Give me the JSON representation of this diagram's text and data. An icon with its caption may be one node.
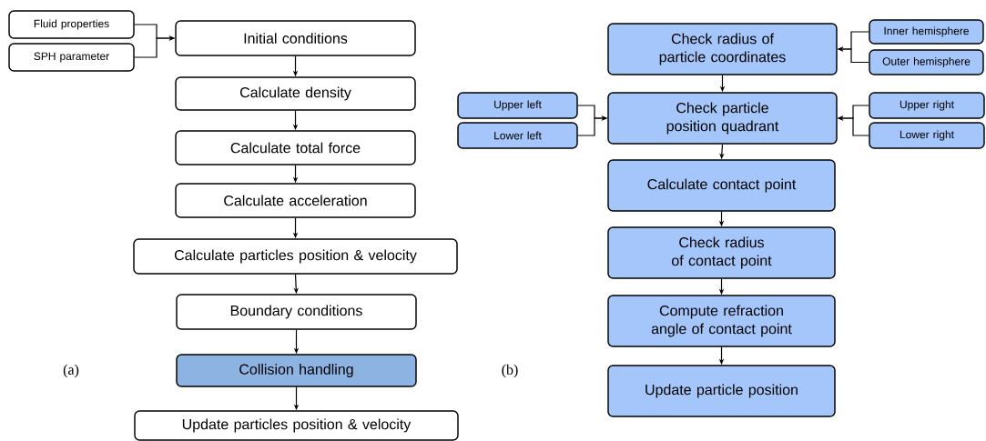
{
  "diagram": {
    "nodes": [
      {
        "text": [
          "Fluid properties"
        ]
      },
      {
        "text": [
          "SPH parameter"
        ]
      },
      {
        "text": [
          "Initial conditions"
        ]
      },
      {
        "text": [
          "Calculate density"
        ]
      },
      {
        "text": [
          "Calculate total force"
        ]
      },
      {
        "text": [
          "Calculate acceleration"
        ]
      },
      {
        "text": [
          "Calculate particles position & velocity"
        ]
      },
      {
        "text": [
          "Boundary conditions"
        ]
      },
      {
        "text": [
          "Collision handling"
        ]
      },
      {
        "text": [
          "Update particles position & velocity"
        ]
      },
      {
        "text": [
          "Check radius of particle coordinates"
        ]
      },
      {
        "text": [
          "Inner hemisphere"
        ]
      },
      {
        "text": [
          "Outer hemisphere"
        ]
      },
      {
        "text": [
          "Check particle position quadrant"
        ]
      },
      {
        "text": [
          "Upper left"
        ]
      },
      {
        "text": [
          "Lower left"
        ]
      },
      {
        "text": [
          "Upper right"
        ]
      },
      {
        "text": [
          "Lower right"
        ]
      },
      {
        "text": [
          "Calculate contact point"
        ]
      },
      {
        "text": [
          "Check radius of contact point"
        ]
      },
      {
        "text": [
          "Compute refraction angle of contact point"
        ]
      },
      {
        "text": [
          "Update particle position"
        ]
      }
    ],
    "edges": [
      {
        "from": 0,
        "to": 2,
        "arrow": "to"
      },
      {
        "from": 1,
        "to": 2,
        "arrow": "to"
      },
      {
        "from": 2,
        "to": 3,
        "arrow": "to"
      },
      {
        "from": 3,
        "to": 4,
        "arrow": "to"
      },
      {
        "from": 4,
        "to": 5,
        "arrow": "to"
      },
      {
        "from": 5,
        "to": 6,
        "arrow": "to"
      },
      {
        "from": 6,
        "to": 7,
        "arrow": "to"
      },
      {
        "from": 7,
        "to": 8,
        "arrow": "to"
      },
      {
        "from": 8,
        "to": 9,
        "arrow": "to"
      },
      {
        "from": 11,
        "to": 10,
        "arrow": "to"
      },
      {
        "from": 12,
        "to": 10,
        "arrow": "to"
      },
      {
        "from": 10,
        "to": 13,
        "arrow": "to"
      },
      {
        "from": 14,
        "to": 13,
        "arrow": "to"
      },
      {
        "from": 15,
        "to": 13,
        "arrow": "to"
      },
      {
        "from": 16,
        "to": 13,
        "arrow": "to"
      },
      {
        "from": 17,
        "to": 13,
        "arrow": "to"
      },
      {
        "from": 13,
        "to": 18,
        "arrow": "to"
      },
      {
        "from": 18,
        "to": 19,
        "arrow": "to"
      },
      {
        "from": 19,
        "to": 20,
        "arrow": "to"
      },
      {
        "from": 20,
        "to": 21,
        "arrow": "to"
      }
    ],
    "labels": [
      "(a)",
      "(b)"
    ]
  }
}
